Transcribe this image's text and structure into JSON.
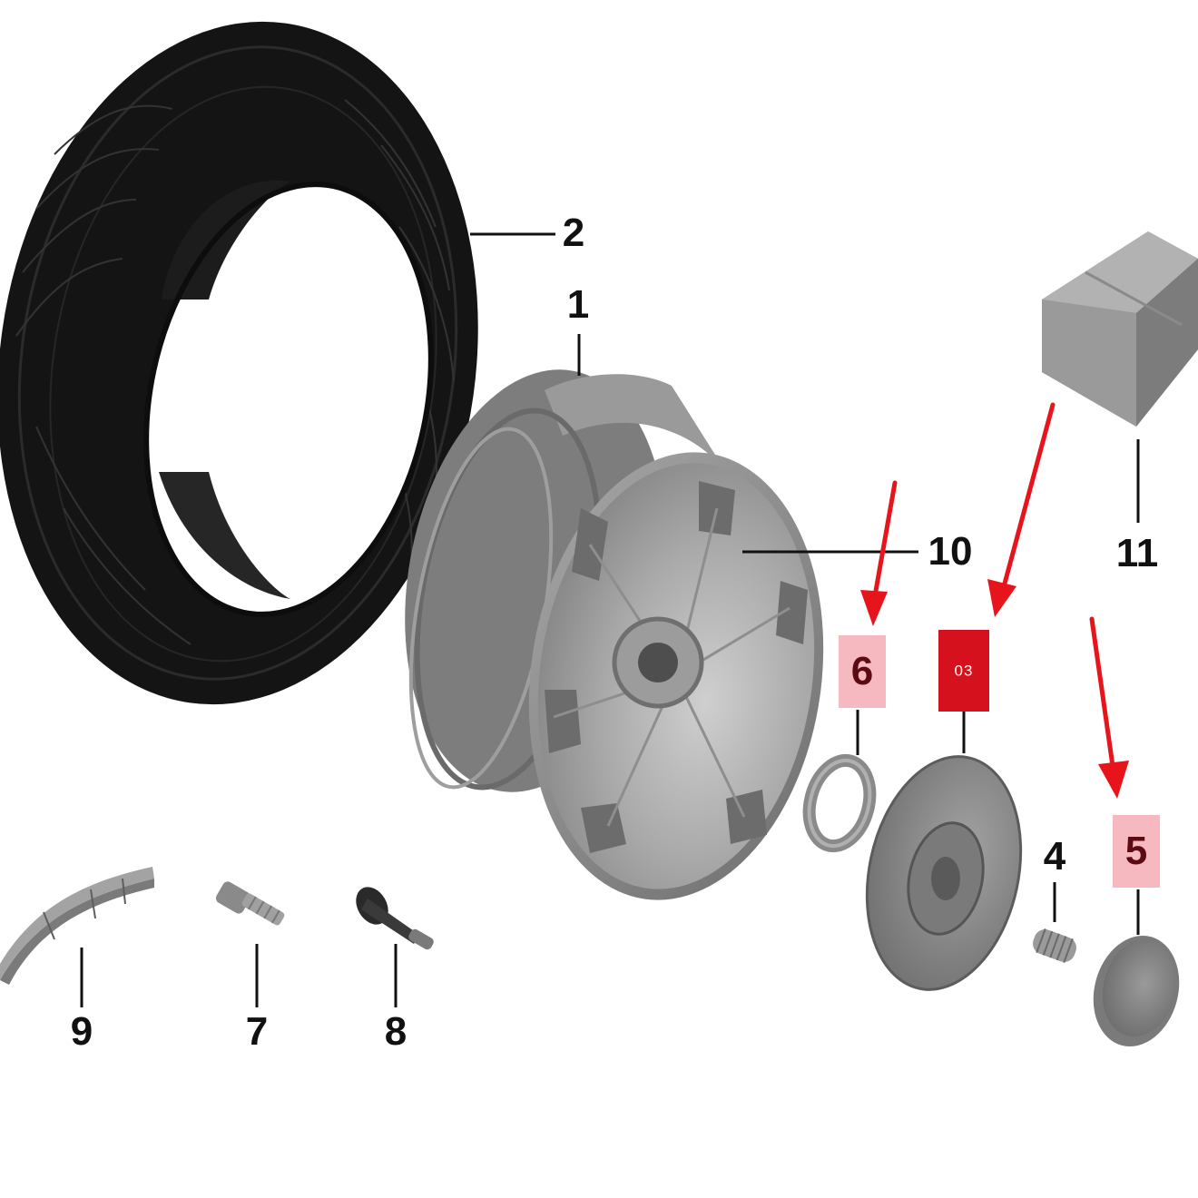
{
  "colors": {
    "arrow": "#e8141c",
    "highlight": "#f5b9bf",
    "badge": "#d4111c",
    "part_grey": "#8e8e8e",
    "tire": "#121212"
  },
  "parts": {
    "p1": {
      "label": "1",
      "name": "wheel-rim"
    },
    "p2": {
      "label": "2",
      "name": "tire"
    },
    "p4": {
      "label": "4",
      "name": "spring"
    },
    "p5": {
      "label": "5",
      "name": "hub-cap"
    },
    "p6": {
      "label": "6",
      "name": "retaining-ring"
    },
    "p7": {
      "label": "7",
      "name": "wheel-bolt"
    },
    "p8": {
      "label": "8",
      "name": "tire-valve"
    },
    "p9": {
      "label": "9",
      "name": "balance-weight"
    },
    "p10": {
      "label": "10",
      "name": "wheel-cover"
    },
    "p11": {
      "label": "11",
      "name": "parts-box"
    }
  },
  "badge": {
    "label": "03"
  },
  "icons": [
    "arrow-icon"
  ]
}
